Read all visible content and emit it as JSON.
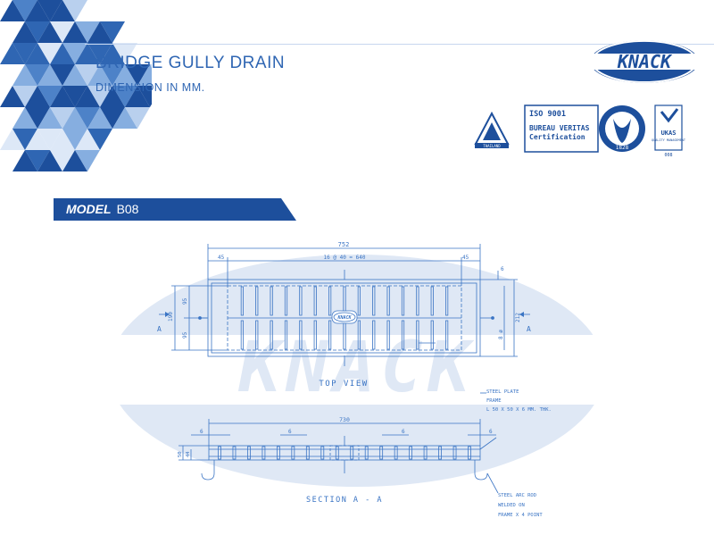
{
  "header": {
    "title": "BRIDGE GULLY DRAIN",
    "subtitle": "DIMENSION IN MM."
  },
  "model": {
    "label": "MODEL",
    "code": "B08"
  },
  "brand": {
    "logo_text": "KNACK",
    "watermark_text": "KNACK"
  },
  "certifications": {
    "iso": "ISO 9001",
    "bureau": "BUREAU VERITAS",
    "certification": "Certification",
    "bv_year": "1828",
    "thai_label": "THAILAND",
    "ukas_label": "UKAS",
    "ukas_sub": "QUALITY MANAGEMENT",
    "ukas_code": "008"
  },
  "top_view": {
    "label": "TOP VIEW",
    "dim_overall": "752",
    "dim_left": "45",
    "dim_spacing": "16 @ 40 = 640",
    "dim_right": "45",
    "dim_height": "190",
    "dim_half_top": "95",
    "dim_half_bottom": "95",
    "dim_frame_height": "212",
    "dim_small_right": "6",
    "dim_rod": "8 ø",
    "section_mark_left": "A",
    "section_mark_right": "A",
    "center_badge": "KNACK"
  },
  "section_view": {
    "label": "SECTION A - A",
    "dim_overall": "730",
    "dim_left": "6",
    "dim_mid_left": "6",
    "dim_mid_right": "6",
    "dim_right": "6",
    "dim_height_outer": "50",
    "dim_height_inner": "44"
  },
  "notes": {
    "plate_line1": "STEEL PLATE",
    "plate_line2": "FRAME",
    "plate_line3": "L 50 X 50 X 6 MM. THK.",
    "rod_line1": "STEEL ARC ROD",
    "rod_line2": "WELDED ON",
    "rod_line3": "FRAME X 4 POINT"
  },
  "colors": {
    "brand_blue": "#1d4f9c",
    "drawing_blue": "#3a74c4",
    "watermark": "#dfe8f5"
  }
}
